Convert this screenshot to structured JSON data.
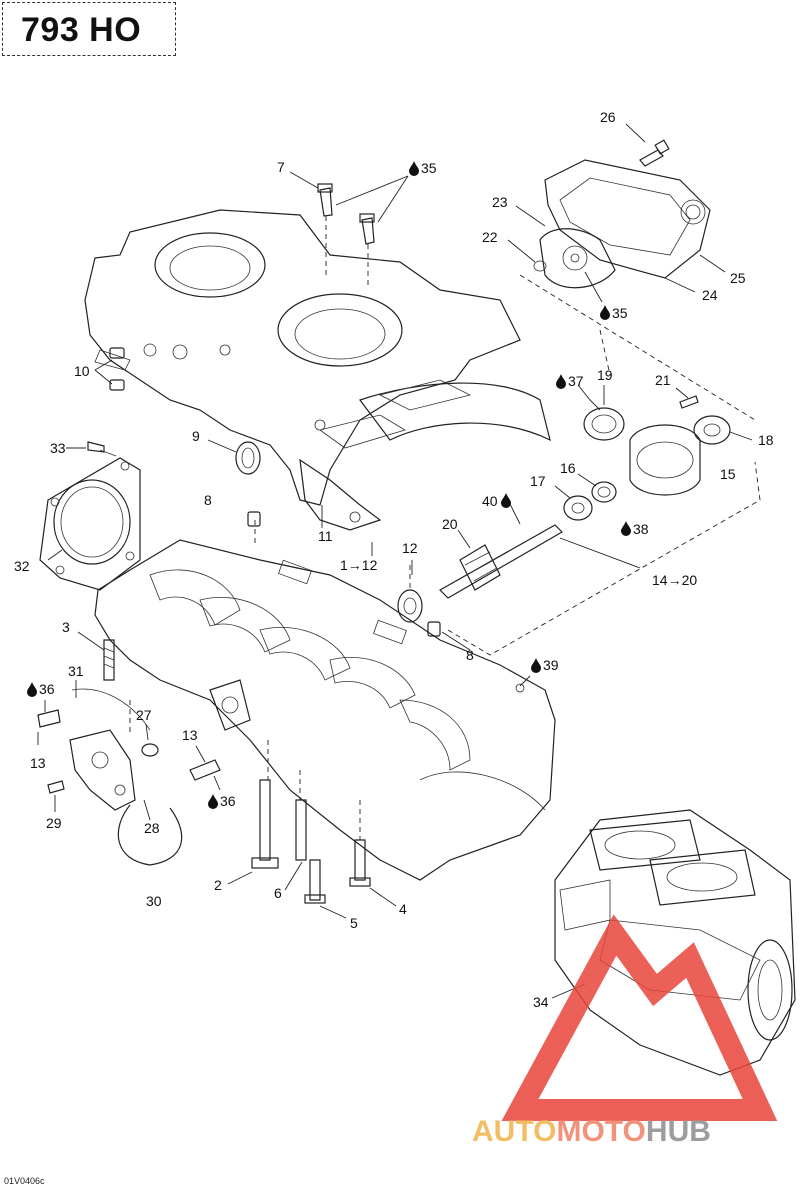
{
  "title": "793 HO",
  "reference_code": "01V0406c",
  "logo": {
    "text_auto": "AUTO",
    "text_moto": "MOTO",
    "text_hub": "HUB",
    "color_auto": "#f2b24a",
    "color_moto": "#f07f63",
    "color_hub": "#8c8c8c",
    "triangle_color": "#e8443a"
  },
  "callouts": [
    {
      "id": "7",
      "text": "7"
    },
    {
      "id": "35a",
      "text": "35",
      "drop": true
    },
    {
      "id": "26",
      "text": "26"
    },
    {
      "id": "23",
      "text": "23"
    },
    {
      "id": "22",
      "text": "22"
    },
    {
      "id": "25",
      "text": "25"
    },
    {
      "id": "24",
      "text": "24"
    },
    {
      "id": "35b",
      "text": "35",
      "drop": true
    },
    {
      "id": "10",
      "text": "10"
    },
    {
      "id": "37",
      "text": "37",
      "drop": true
    },
    {
      "id": "19",
      "text": "19"
    },
    {
      "id": "21",
      "text": "21"
    },
    {
      "id": "18",
      "text": "18"
    },
    {
      "id": "33",
      "text": "33"
    },
    {
      "id": "9",
      "text": "9"
    },
    {
      "id": "16",
      "text": "16"
    },
    {
      "id": "15",
      "text": "15"
    },
    {
      "id": "17",
      "text": "17"
    },
    {
      "id": "40",
      "text": "40",
      "drop": true
    },
    {
      "id": "8a",
      "text": "8"
    },
    {
      "id": "38",
      "text": "38",
      "drop": true
    },
    {
      "id": "20",
      "text": "20"
    },
    {
      "id": "11",
      "text": "11"
    },
    {
      "id": "1to12",
      "text": "1→12"
    },
    {
      "id": "12",
      "text": "12"
    },
    {
      "id": "32",
      "text": "32"
    },
    {
      "id": "14to20",
      "text": "14→20"
    },
    {
      "id": "3",
      "text": "3"
    },
    {
      "id": "8b",
      "text": "8"
    },
    {
      "id": "39",
      "text": "39",
      "drop": true
    },
    {
      "id": "31",
      "text": "31"
    },
    {
      "id": "36a",
      "text": "36",
      "drop": true
    },
    {
      "id": "27",
      "text": "27"
    },
    {
      "id": "13a",
      "text": "13"
    },
    {
      "id": "13b",
      "text": "13"
    },
    {
      "id": "36b",
      "text": "36",
      "drop": true
    },
    {
      "id": "29",
      "text": "29"
    },
    {
      "id": "28",
      "text": "28"
    },
    {
      "id": "2",
      "text": "2"
    },
    {
      "id": "6",
      "text": "6"
    },
    {
      "id": "4",
      "text": "4"
    },
    {
      "id": "30",
      "text": "30"
    },
    {
      "id": "5",
      "text": "5"
    },
    {
      "id": "34",
      "text": "34"
    }
  ]
}
